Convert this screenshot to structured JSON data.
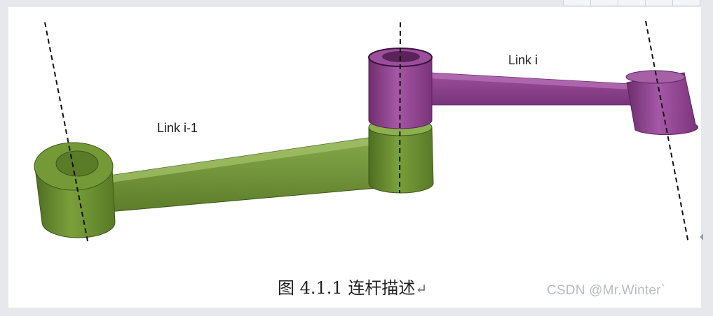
{
  "figure": {
    "link_prev_label": "Link i-1",
    "link_next_label": "Link i",
    "caption": "图 4.1.1  连杆描述",
    "caption_mark": "↵"
  },
  "watermark": "CSDN @Mr.Winter`",
  "colors": {
    "link_prev": "#6a8b2f",
    "link_next": "#8a3f8a",
    "axis_line": "#111111",
    "background": "#e7e8ec"
  }
}
